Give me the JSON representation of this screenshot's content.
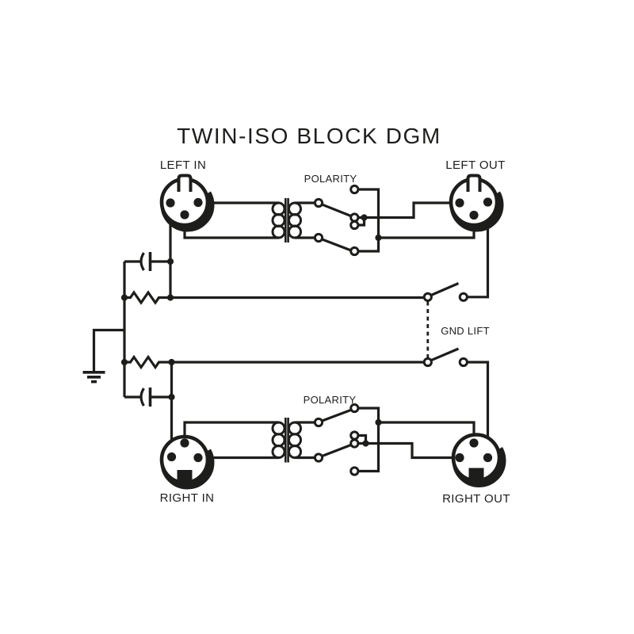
{
  "title": "TWIN-ISO BLOCK DGM",
  "connectors": {
    "left_in": {
      "label": "LEFT IN"
    },
    "left_out": {
      "label": "LEFT OUT"
    },
    "right_in": {
      "label": "RIGHT IN"
    },
    "right_out": {
      "label": "RIGHT OUT"
    }
  },
  "switches": {
    "polarity_top": {
      "label": "POLARITY"
    },
    "polarity_bottom": {
      "label": "POLARITY"
    },
    "gnd_lift": {
      "label": "GND LIFT"
    }
  },
  "colors": {
    "ink": "#1d1d1b",
    "background": "#ffffff"
  }
}
